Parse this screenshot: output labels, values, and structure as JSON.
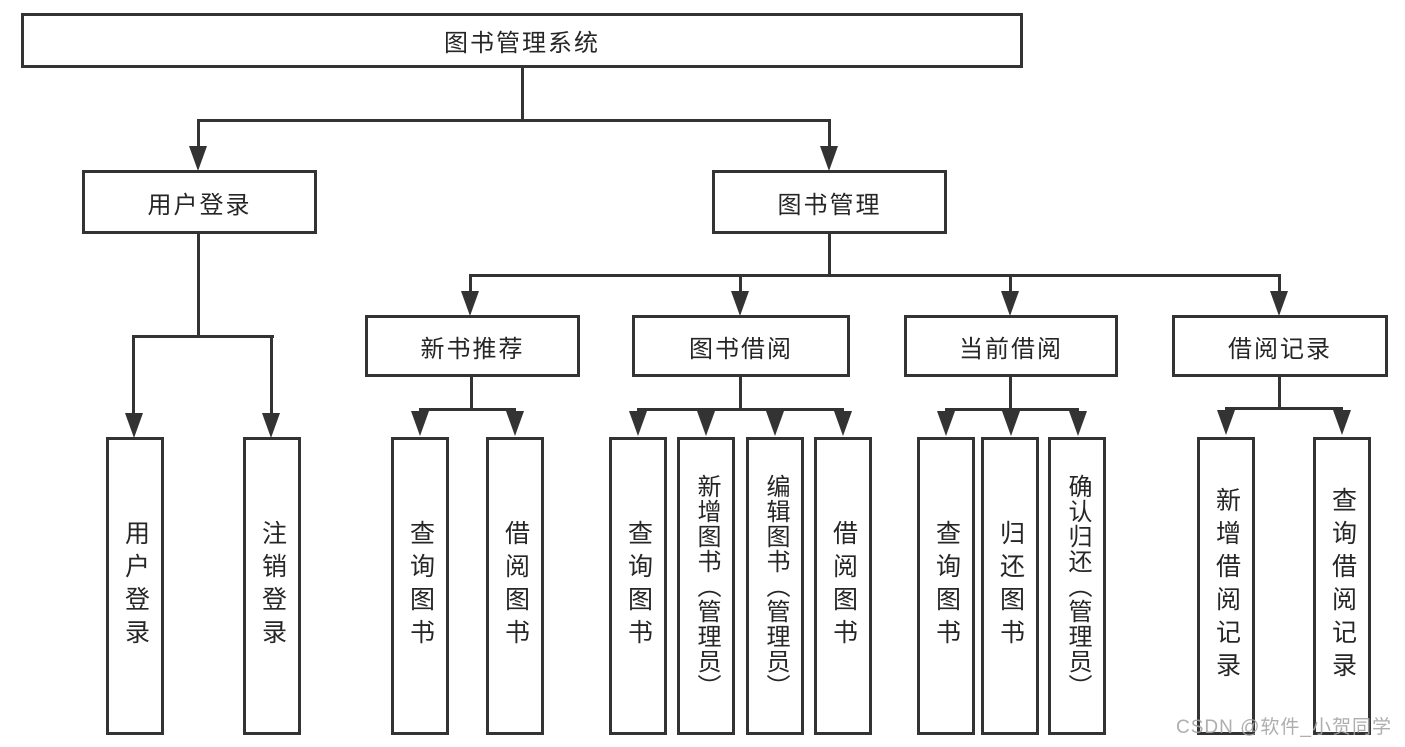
{
  "diagram_title": "图书管理系统",
  "nodes": {
    "root": "图书管理系统",
    "user_login": "用户登录",
    "book_mgmt": "图书管理",
    "new_book_rec": "新书推荐",
    "book_borrow": "图书借阅",
    "current_borrow": "当前借阅",
    "borrow_records": "借阅记录",
    "leaf_user_login": "用户登录",
    "leaf_logout": "注销登录",
    "leaf_query_book_rec": "查询图书",
    "leaf_borrow_book_rec": "借阅图书",
    "leaf_query_book_borrow": "查询图书",
    "leaf_add_book_admin": "新增图书（管理员）",
    "leaf_edit_book_admin": "编辑图书（管理员）",
    "leaf_borrow_book_borrow": "借阅图书",
    "leaf_query_book_current": "查询图书",
    "leaf_return_book": "归还图书",
    "leaf_confirm_return_admin": "确认归还（管理员）",
    "leaf_add_borrow_record": "新增借阅记录",
    "leaf_query_borrow_record": "查询借阅记录"
  },
  "colors": {
    "line": "#333333",
    "watermark_text": "#a5a5a5"
  },
  "watermark": "CSDN @软件_小贺同学"
}
